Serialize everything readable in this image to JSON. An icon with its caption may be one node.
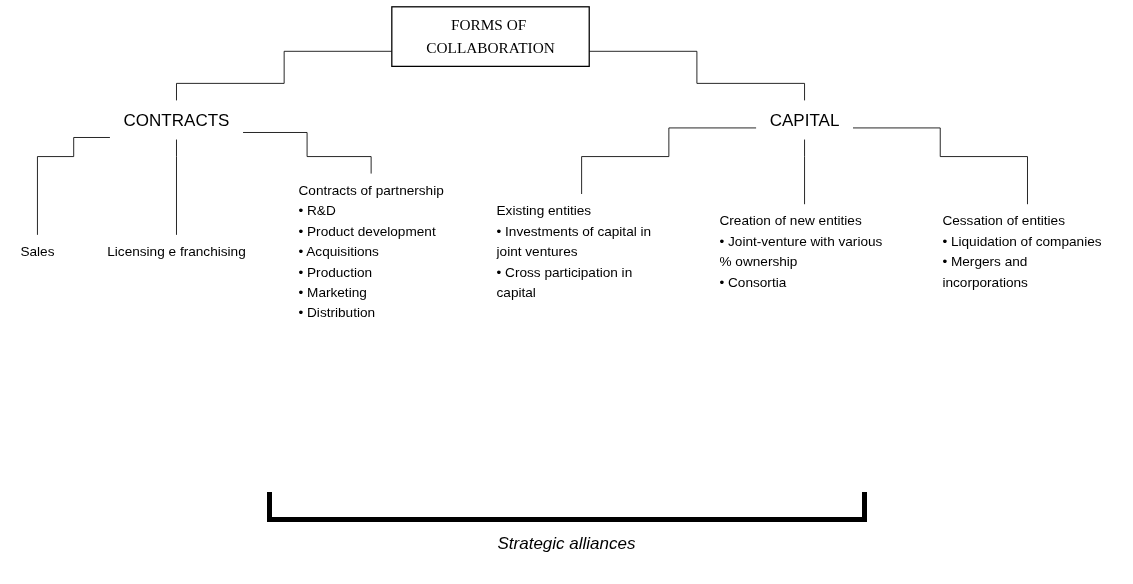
{
  "diagram": {
    "nodes": [
      {
        "text": [
          "FORMS OF COLLABORATION"
        ]
      },
      {
        "text": [
          "CONTRACTS"
        ]
      },
      {
        "text": [
          "CAPITAL"
        ]
      },
      {
        "text": [
          "Sales"
        ]
      },
      {
        "text": [
          "Licensing e franchising"
        ]
      },
      {
        "text": [
          "Contracts of partnership",
          "• R&D",
          "• Product development",
          "• Acquisitions",
          "• Production",
          "• Marketing",
          "• Distribution"
        ]
      },
      {
        "text": [
          "Existing entities",
          "• Investments of capital in joint ventures",
          "• Cross participation in capital"
        ]
      },
      {
        "text": [
          "Creation of new entities",
          "• Joint-venture with various % ownership",
          "• Consortia"
        ]
      },
      {
        "text": [
          "Cessation of entities",
          "• Liquidation of companies",
          "• Mergers and incorporations"
        ]
      }
    ],
    "edges": [
      {
        "from": 0,
        "to": 1,
        "arrow": "none"
      },
      {
        "from": 0,
        "to": 2,
        "arrow": "none"
      },
      {
        "from": 1,
        "to": 3,
        "arrow": "none"
      },
      {
        "from": 1,
        "to": 4,
        "arrow": "none"
      },
      {
        "from": 1,
        "to": 5,
        "arrow": "none"
      },
      {
        "from": 2,
        "to": 6,
        "arrow": "none"
      },
      {
        "from": 2,
        "to": 7,
        "arrow": "none"
      },
      {
        "from": 2,
        "to": 8,
        "arrow": "none"
      }
    ],
    "labels": [
      "Strategic alliances"
    ]
  }
}
